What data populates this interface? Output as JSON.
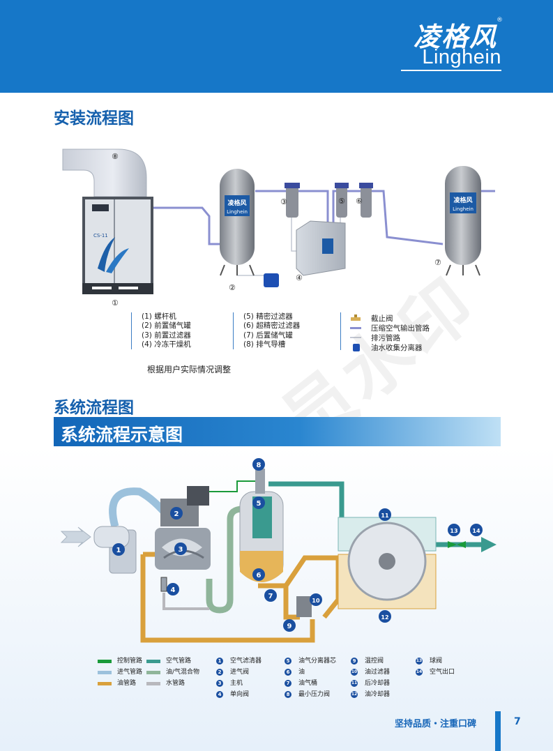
{
  "brand": {
    "name_cn": "凌格风",
    "name_en": "Linghein",
    "reg": "®"
  },
  "install": {
    "title": "安装流程图",
    "legend_left": [
      "(1) 螺杆机",
      "(2) 前置储气罐",
      "(3) 前置过滤器",
      "(4) 冷冻干燥机"
    ],
    "legend_mid": [
      "(5) 精密过滤器",
      "(6) 超精密过滤器",
      "(7) 后置储气罐",
      "(8) 排气导槽"
    ],
    "legend_right": [
      "截止阀",
      "压缩空气输出管路",
      "排污管路",
      "油水收集分离器"
    ],
    "note": "根据用户实际情况调整",
    "markers": [
      "①",
      "②",
      "③",
      "④",
      "⑤",
      "⑥",
      "⑦",
      "⑧"
    ],
    "machine_model": "CS-11",
    "tank_label_cn": "凌格风",
    "tank_label_en": "Linghein"
  },
  "system": {
    "title": "系统流程图",
    "banner": "系统流程示意图",
    "numbers": [
      "1",
      "2",
      "3",
      "4",
      "5",
      "6",
      "7",
      "8",
      "9",
      "10",
      "11",
      "12",
      "13",
      "14"
    ],
    "pipes": [
      {
        "label": "控制管路",
        "color": "#1a9a3a"
      },
      {
        "label": "空气管路",
        "color": "#3a9a8f"
      },
      {
        "label": "进气管路",
        "color": "#9cc1dc"
      },
      {
        "label": "油/气混合物",
        "color": "#8fb59a"
      },
      {
        "label": "油管路",
        "color": "#d9a03c"
      },
      {
        "label": "水管路",
        "color": "#b8b8bd"
      }
    ],
    "components": [
      {
        "n": "1",
        "label": "空气滤清器"
      },
      {
        "n": "2",
        "label": "进气阀"
      },
      {
        "n": "3",
        "label": "主机"
      },
      {
        "n": "4",
        "label": "单向阀"
      },
      {
        "n": "5",
        "label": "油气分离器芯"
      },
      {
        "n": "6",
        "label": "油"
      },
      {
        "n": "7",
        "label": "油气桶"
      },
      {
        "n": "8",
        "label": "最小压力阀"
      },
      {
        "n": "9",
        "label": "温控阀"
      },
      {
        "n": "10",
        "label": "油过滤器"
      },
      {
        "n": "11",
        "label": "后冷却器"
      },
      {
        "n": "12",
        "label": "油冷却器"
      },
      {
        "n": "13",
        "label": "球阀"
      },
      {
        "n": "14",
        "label": "空气出口"
      }
    ]
  },
  "watermark": "非会员水印",
  "footer": {
    "slogan": "坚持品质・注重口碑",
    "page": "7"
  }
}
